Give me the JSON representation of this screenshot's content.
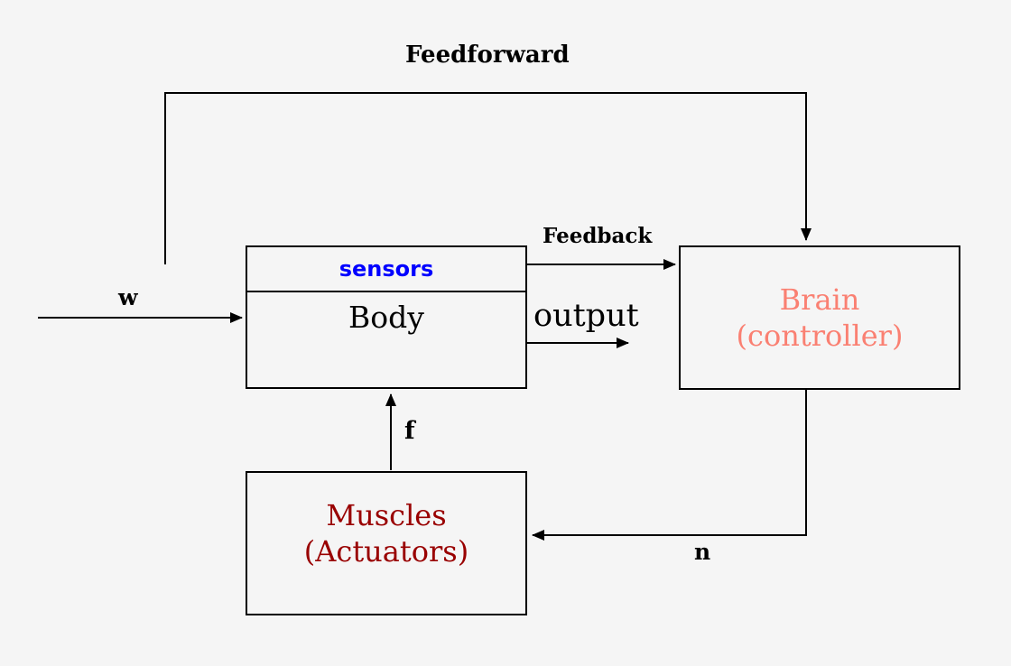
{
  "diagram": {
    "description": "Sensorimotor control loop block diagram"
  },
  "boxes": {
    "body": {
      "sensors_label": "sensors",
      "body_label": "Body"
    },
    "brain": {
      "line1": "Brain",
      "line2": "(controller)"
    },
    "muscles": {
      "line1": "Muscles",
      "line2": "(Actuators)"
    }
  },
  "labels": {
    "feedforward": "Feedforward",
    "feedback": "Feedback",
    "output": "output",
    "w": "w",
    "f": "f",
    "n": "n"
  },
  "colors": {
    "background": "#f5f5f5",
    "line": "#000000",
    "sensors_text": "#0000ff",
    "brain_text": "#fa8072",
    "muscles_text": "#990000"
  }
}
